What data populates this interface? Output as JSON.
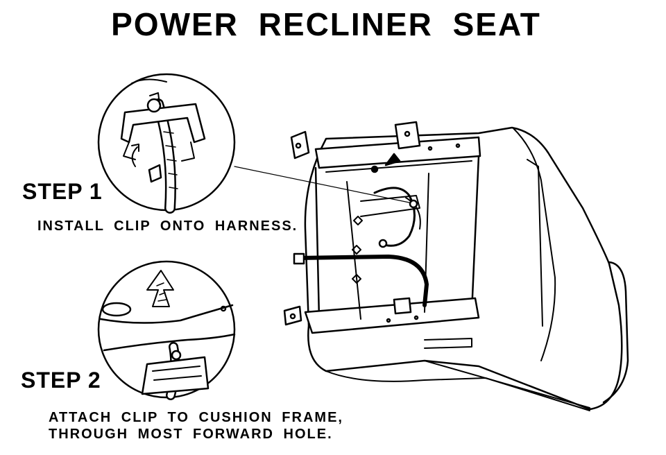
{
  "diagram": {
    "title": "POWER RECLINER SEAT",
    "steps": [
      {
        "heading": "STEP 1",
        "lines": [
          "INSTALL CLIP ONTO HARNESS."
        ]
      },
      {
        "heading": "STEP 2",
        "lines": [
          "ATTACH CLIP TO CUSHION FRAME,",
          "THROUGH MOST FORWARD HOLE."
        ]
      }
    ]
  },
  "colors": {
    "ink": "#000000",
    "paper": "#ffffff"
  }
}
